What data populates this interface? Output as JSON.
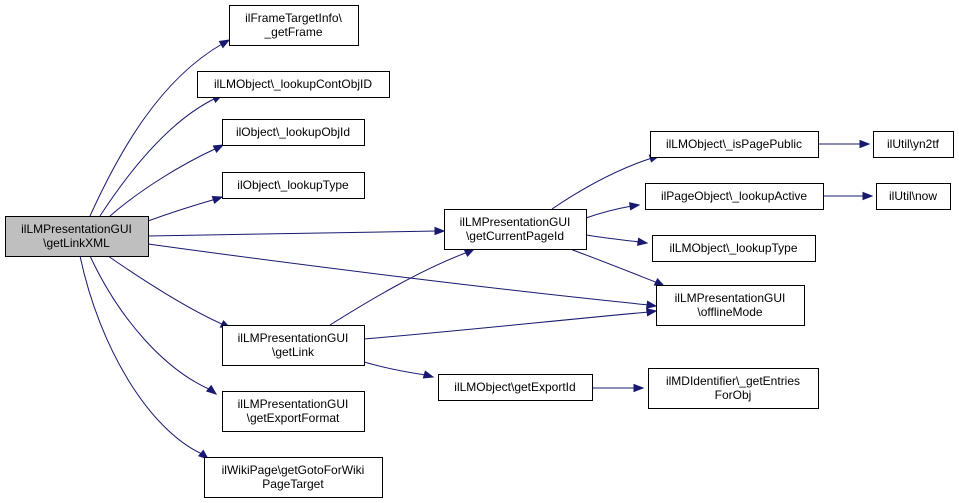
{
  "colors": {
    "root_fill": "#bfbfbf",
    "node_fill": "#ffffff",
    "node_stroke": "#000000",
    "edge": "#191970"
  },
  "nodes": [
    {
      "id": "getLinkXML",
      "lines": [
        "ilLMPresentationGUI",
        "\\getLinkXML"
      ],
      "root": true
    },
    {
      "id": "getFrame",
      "lines": [
        "ilFrameTargetInfo\\",
        "_getFrame"
      ]
    },
    {
      "id": "lookupContObjID",
      "lines": [
        "ilLMObject\\_lookupContObjID"
      ]
    },
    {
      "id": "lookupObjId",
      "lines": [
        "ilObject\\_lookupObjId"
      ]
    },
    {
      "id": "lookupType",
      "lines": [
        "ilObject\\_lookupType"
      ]
    },
    {
      "id": "getCurrentPageId",
      "lines": [
        "ilLMPresentationGUI",
        "\\getCurrentPageId"
      ]
    },
    {
      "id": "getLink",
      "lines": [
        "ilLMPresentationGUI",
        "\\getLink"
      ]
    },
    {
      "id": "getExportFormat",
      "lines": [
        "ilLMPresentationGUI",
        "\\getExportFormat"
      ]
    },
    {
      "id": "getGotoForWiki",
      "lines": [
        "ilWikiPage\\getGotoForWiki",
        "PageTarget"
      ]
    },
    {
      "id": "isPagePublic",
      "lines": [
        "ilLMObject\\_isPagePublic"
      ]
    },
    {
      "id": "lookupActive",
      "lines": [
        "ilPageObject\\_lookupActive"
      ]
    },
    {
      "id": "lmLookupType",
      "lines": [
        "ilLMObject\\_lookupType"
      ]
    },
    {
      "id": "offlineMode",
      "lines": [
        "ilLMPresentationGUI",
        "\\offlineMode"
      ]
    },
    {
      "id": "getExportId",
      "lines": [
        "ilLMObject\\getExportId"
      ]
    },
    {
      "id": "getEntriesForObj",
      "lines": [
        "ilMDIdentifier\\_getEntries",
        "ForObj"
      ]
    },
    {
      "id": "yn2tf",
      "lines": [
        "ilUtil\\yn2tf"
      ]
    },
    {
      "id": "now",
      "lines": [
        "ilUtil\\now"
      ]
    }
  ],
  "edges": [
    {
      "from": "getLinkXML",
      "to": "getFrame"
    },
    {
      "from": "getLinkXML",
      "to": "lookupContObjID"
    },
    {
      "from": "getLinkXML",
      "to": "lookupObjId"
    },
    {
      "from": "getLinkXML",
      "to": "lookupType"
    },
    {
      "from": "getLinkXML",
      "to": "getCurrentPageId"
    },
    {
      "from": "getLinkXML",
      "to": "offlineMode"
    },
    {
      "from": "getLinkXML",
      "to": "getLink"
    },
    {
      "from": "getLinkXML",
      "to": "getExportFormat"
    },
    {
      "from": "getLinkXML",
      "to": "getGotoForWiki"
    },
    {
      "from": "getCurrentPageId",
      "to": "isPagePublic"
    },
    {
      "from": "getCurrentPageId",
      "to": "lookupActive"
    },
    {
      "from": "getCurrentPageId",
      "to": "lmLookupType"
    },
    {
      "from": "getCurrentPageId",
      "to": "offlineMode"
    },
    {
      "from": "getLink",
      "to": "getCurrentPageId"
    },
    {
      "from": "getLink",
      "to": "offlineMode"
    },
    {
      "from": "getLink",
      "to": "getExportId"
    },
    {
      "from": "getExportId",
      "to": "getEntriesForObj"
    },
    {
      "from": "isPagePublic",
      "to": "yn2tf"
    },
    {
      "from": "lookupActive",
      "to": "now"
    }
  ]
}
